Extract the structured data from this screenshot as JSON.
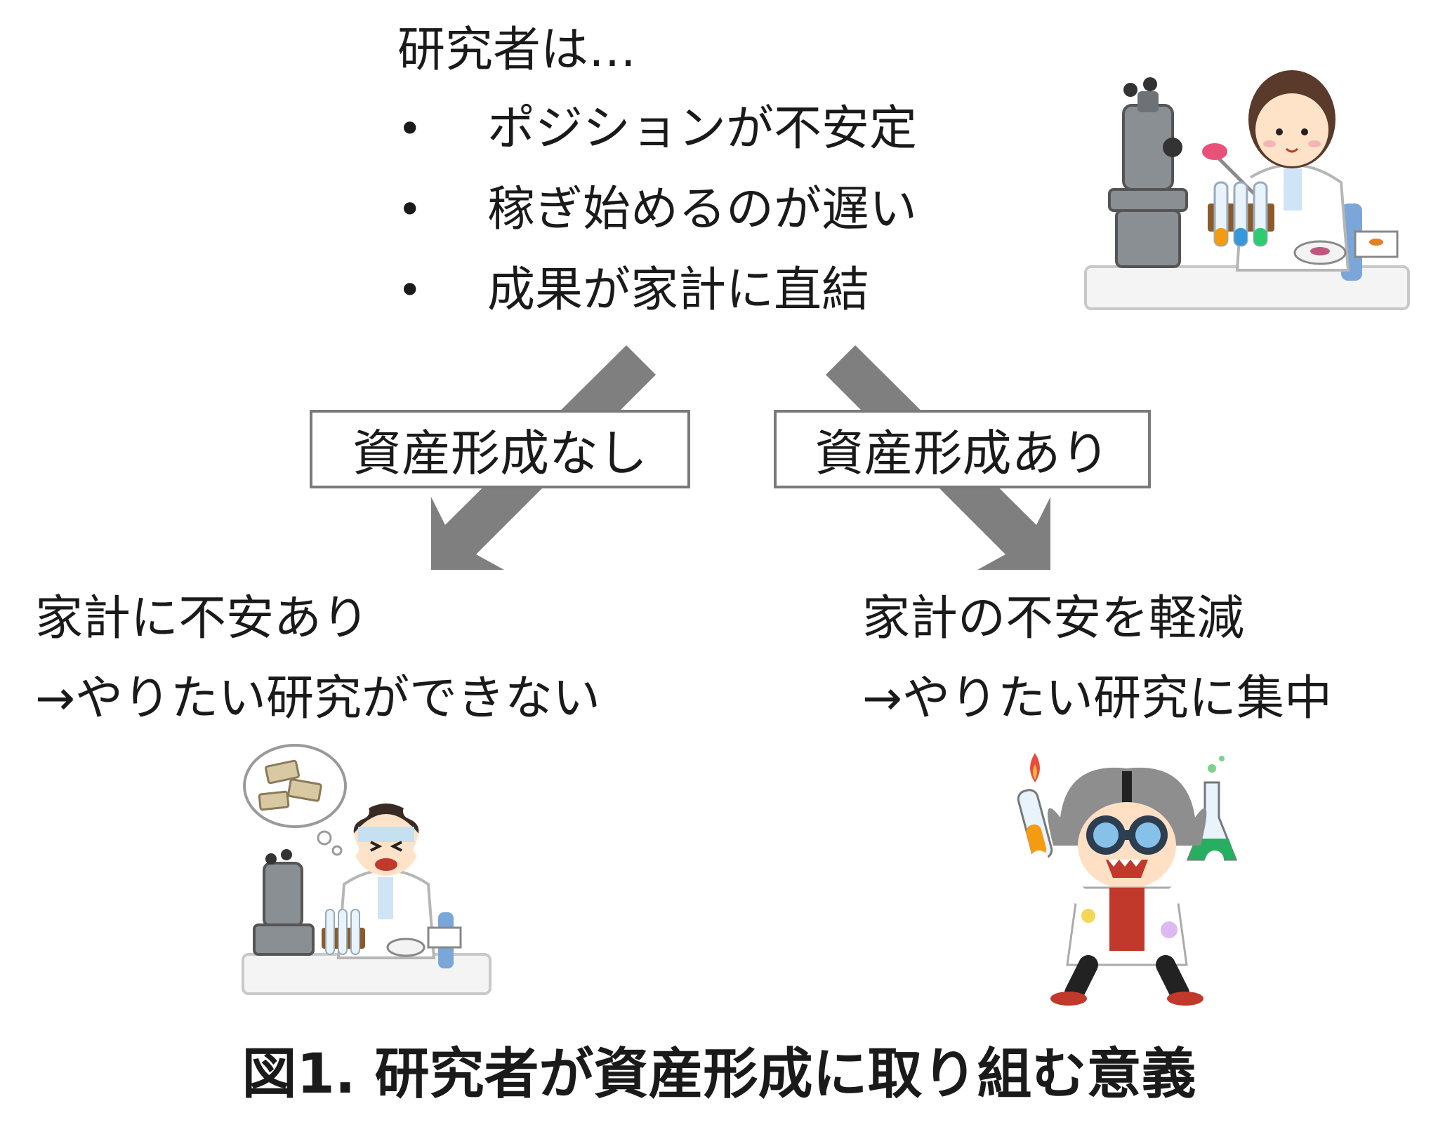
{
  "intro": "研究者は…",
  "bullets": [
    {
      "symbol": "•",
      "text": "ポジションが不安定"
    },
    {
      "symbol": "•",
      "text": "稼ぎ始めるのが遅い"
    },
    {
      "symbol": "•",
      "text": "成果が家計に直結"
    }
  ],
  "branches": {
    "left": {
      "label": "資産形成なし",
      "outcome_line1": "家計に不安あり",
      "outcome_line2": "→やりたい研究ができない"
    },
    "right": {
      "label": "資産形成あり",
      "outcome_line1": "家計の不安を軽減",
      "outcome_line2": "→やりたい研究に集中"
    }
  },
  "caption": "図1. 研究者が資産形成に取り組む意義",
  "colors": {
    "arrow": "#7f7f7f",
    "box_border": "#7a7a7a",
    "text": "#1a1a1a"
  },
  "illustrations": [
    "researcher-microscope-illustration",
    "worried-researcher-illustration",
    "mad-scientist-illustration"
  ]
}
